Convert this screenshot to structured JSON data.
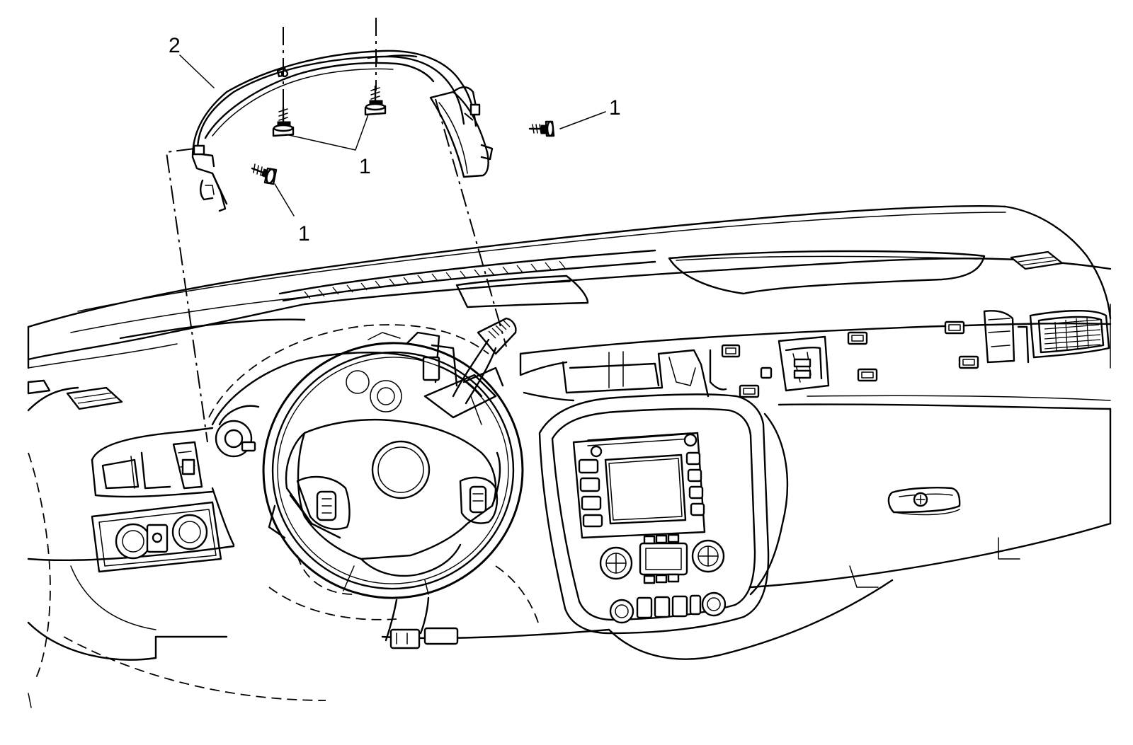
{
  "callouts": {
    "bolt_top": "1",
    "bolt_right": "1",
    "bolt_left": "1",
    "trim_panel": "2"
  }
}
